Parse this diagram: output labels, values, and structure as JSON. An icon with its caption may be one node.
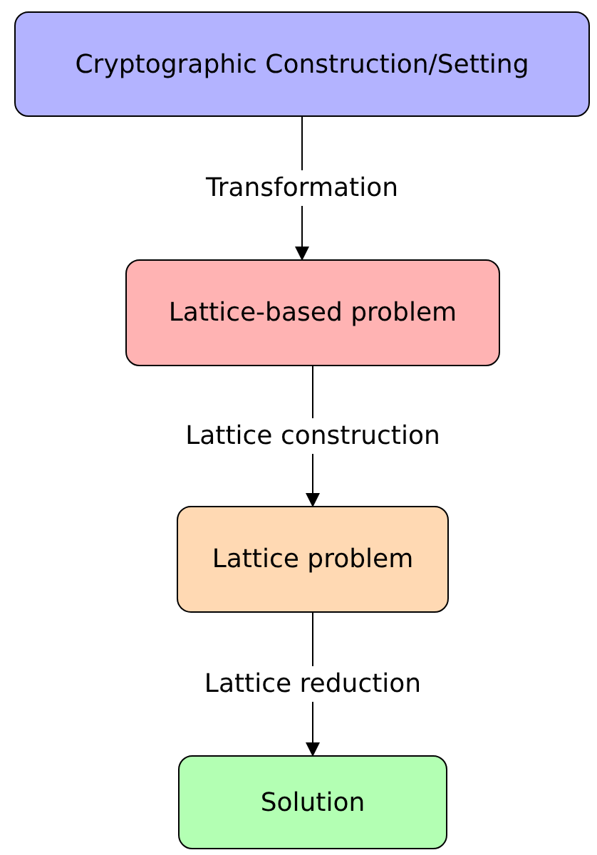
{
  "diagram": {
    "nodes": [
      {
        "text": [
          "Cryptographic Construction/Setting"
        ]
      },
      {
        "text": [
          "Lattice-based problem"
        ]
      },
      {
        "text": [
          "Lattice problem"
        ]
      },
      {
        "text": [
          "Solution"
        ]
      }
    ],
    "edges": [
      {
        "from": 0,
        "to": 1,
        "arrow": "to",
        "label": "Transformation"
      },
      {
        "from": 1,
        "to": 2,
        "arrow": "to",
        "label": "Lattice construction"
      },
      {
        "from": 2,
        "to": 3,
        "arrow": "to",
        "label": "Lattice reduction"
      }
    ]
  }
}
